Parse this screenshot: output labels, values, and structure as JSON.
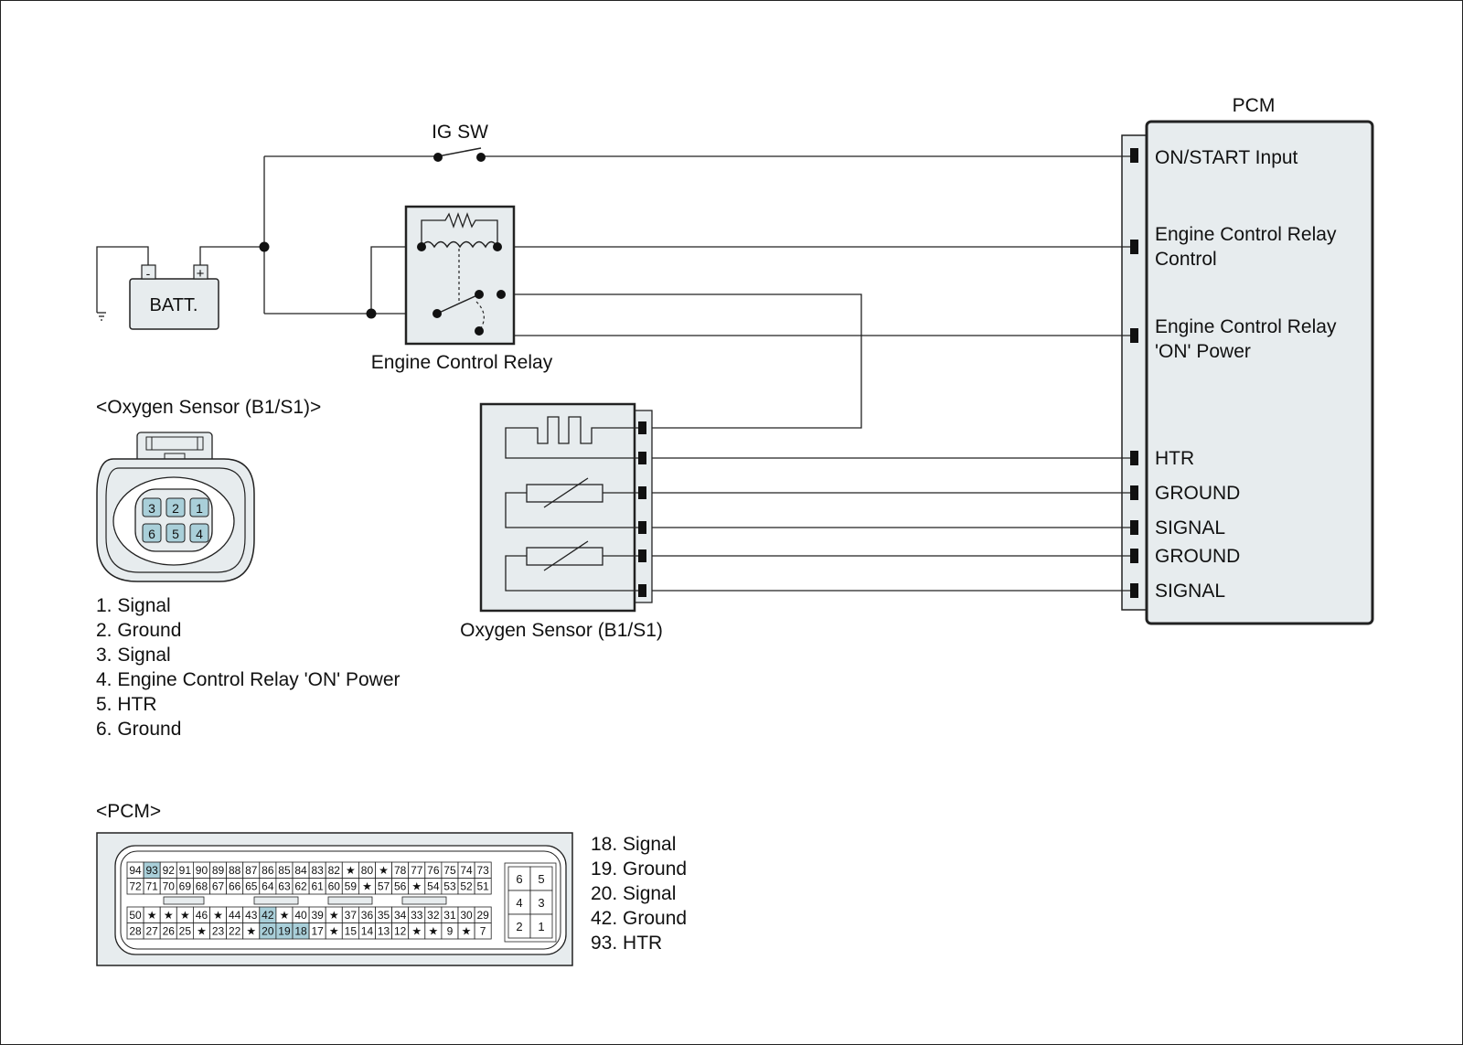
{
  "labels": {
    "ig_sw": "IG SW",
    "pcm_title": "PCM",
    "batt": "BATT.",
    "batt_minus": "-",
    "batt_plus": "+",
    "relay": "Engine Control Relay",
    "sensor": "Oxygen Sensor (B1/S1)",
    "sensor_connector_title": "<Oxygen Sensor (B1/S1)>",
    "pcm_connector_title": "<PCM>"
  },
  "pcm_terminals": [
    [
      "ON/START Input"
    ],
    [
      "Engine Control Relay",
      "Control"
    ],
    [
      "Engine Control Relay",
      "'ON' Power"
    ],
    [
      "HTR"
    ],
    [
      "GROUND"
    ],
    [
      "SIGNAL"
    ],
    [
      "GROUND"
    ],
    [
      "SIGNAL"
    ]
  ],
  "sensor_pin_list": [
    "1. Signal",
    "2. Ground",
    "3. Signal",
    "4. Engine Control Relay 'ON' Power",
    "5. HTR",
    "6. Ground"
  ],
  "sensor_connector_pins": [
    "3",
    "2",
    "1",
    "6",
    "5",
    "4"
  ],
  "pcm_pin_list": [
    "18. Signal",
    "19. Ground",
    "20. Signal",
    "42. Ground",
    "93. HTR"
  ],
  "pcm_connector": {
    "row1": [
      "94",
      "93",
      "92",
      "91",
      "90",
      "89",
      "88",
      "87",
      "86",
      "85",
      "84",
      "83",
      "82",
      "★",
      "80",
      "★",
      "78",
      "77",
      "76",
      "75",
      "74",
      "73"
    ],
    "row2": [
      "72",
      "71",
      "70",
      "69",
      "68",
      "67",
      "66",
      "65",
      "64",
      "63",
      "62",
      "61",
      "60",
      "59",
      "★",
      "57",
      "56",
      "★",
      "54",
      "53",
      "52",
      "51"
    ],
    "row3": [
      "50",
      "★",
      "★",
      "★",
      "46",
      "★",
      "44",
      "43",
      "42",
      "★",
      "40",
      "39",
      "★",
      "37",
      "36",
      "35",
      "34",
      "33",
      "32",
      "31",
      "30",
      "29"
    ],
    "row4": [
      "28",
      "27",
      "26",
      "25",
      "★",
      "23",
      "22",
      "★",
      "20",
      "19",
      "18",
      "17",
      "★",
      "15",
      "14",
      "13",
      "12",
      "★",
      "★",
      "9",
      "★",
      "7"
    ],
    "small": [
      "6",
      "5",
      "4",
      "3",
      "2",
      "1"
    ],
    "highlighted": [
      "93",
      "42",
      "20",
      "19",
      "18"
    ],
    "highlight_color": "#a9cfd9"
  },
  "colors": {
    "fill": "#e7ecee",
    "line": "#222222",
    "highlight": "#a9cfd9"
  }
}
